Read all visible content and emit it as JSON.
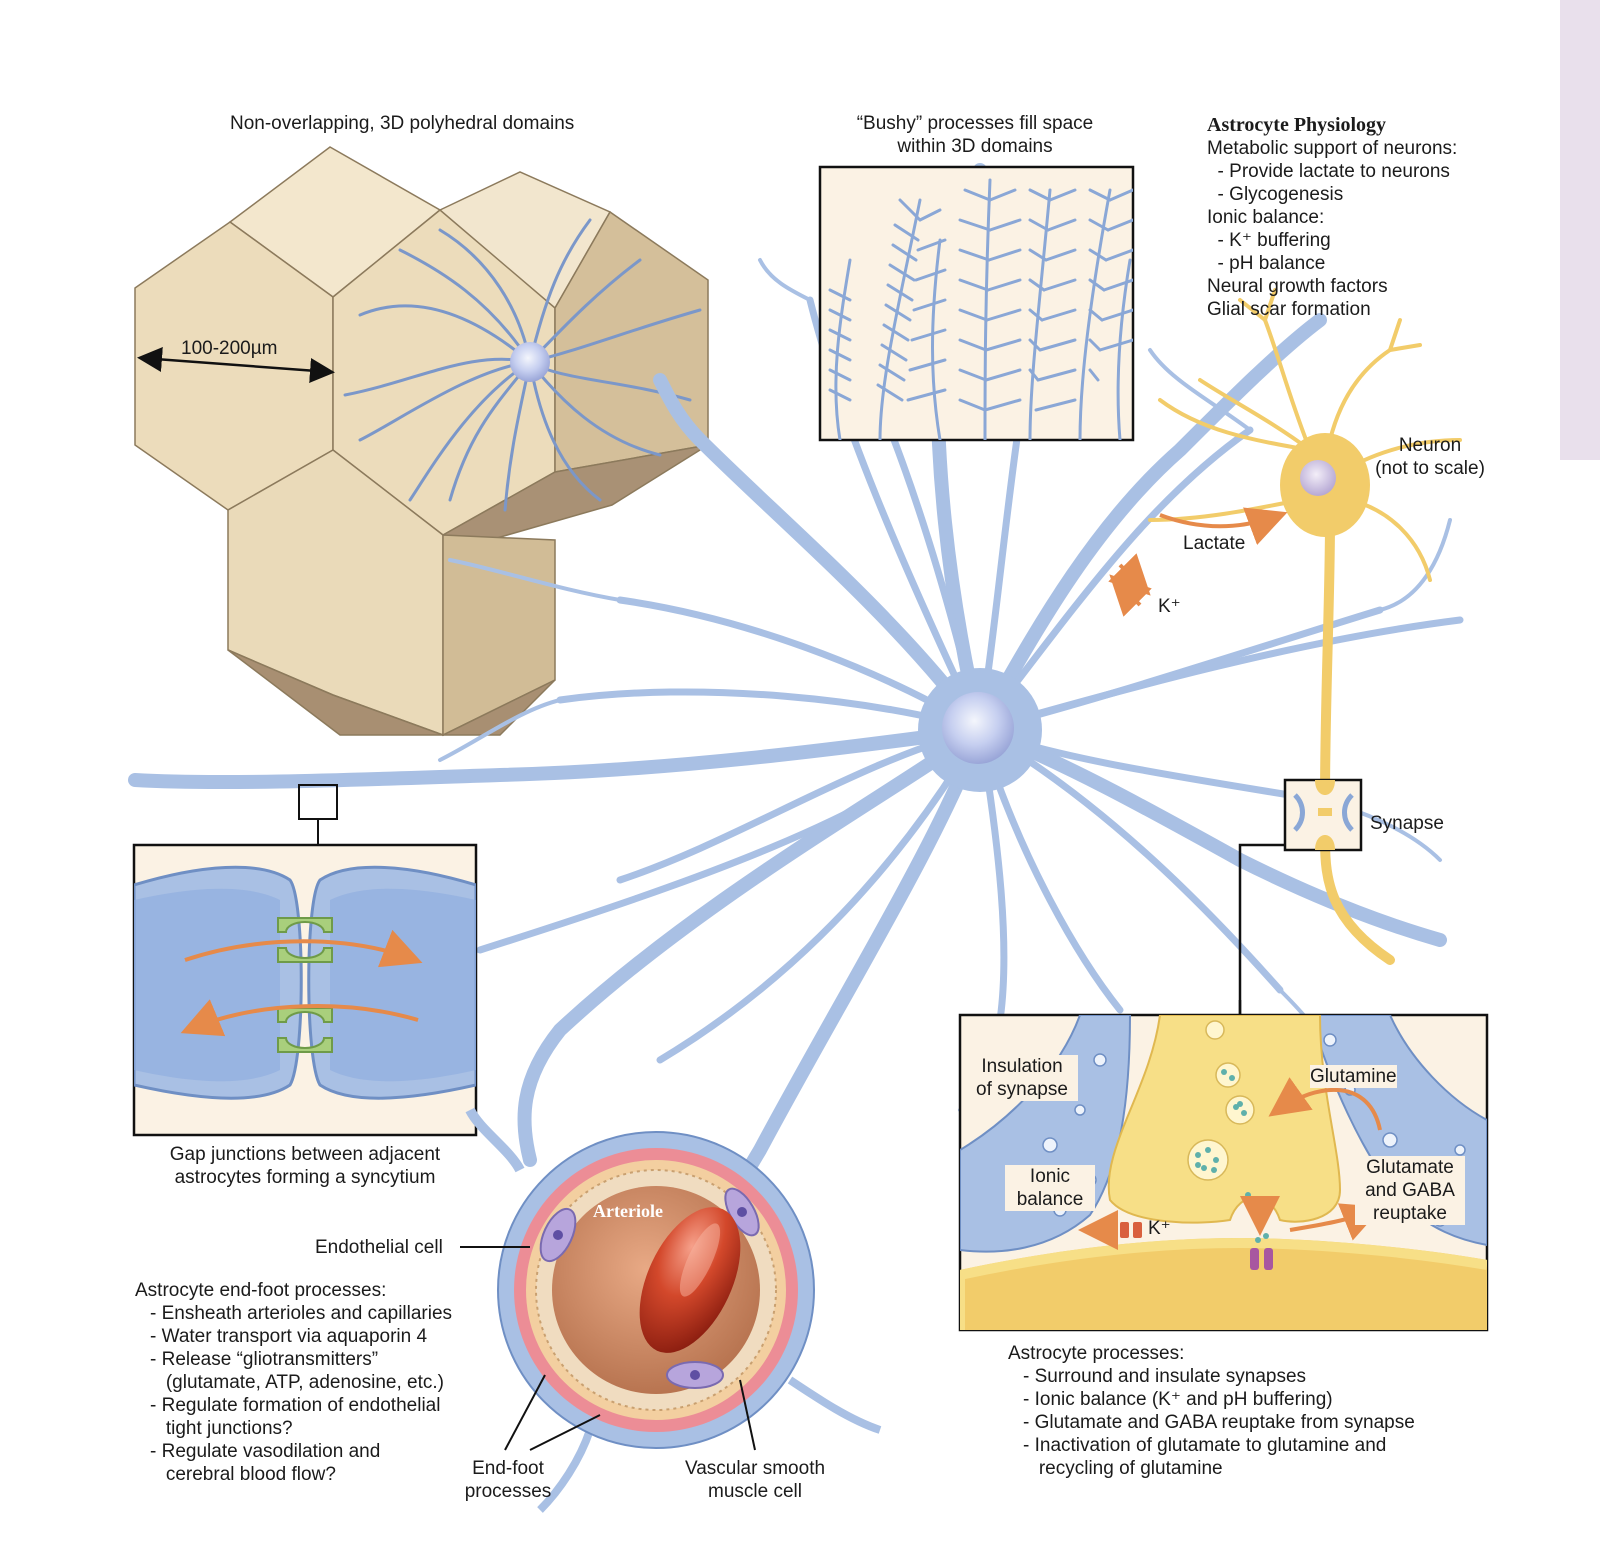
{
  "domains": {
    "title": "Non-overlapping, 3D polyhedral domains",
    "scale": "100-200µm"
  },
  "bushy": {
    "title_line1": "“Bushy” processes fill space",
    "title_line2": "within 3D domains"
  },
  "physiology": {
    "heading": "Astrocyte Physiology",
    "lines": [
      "Metabolic support of neurons:",
      "  - Provide lactate to neurons",
      "  - Glycogenesis",
      "Ionic balance:",
      "  - K⁺ buffering",
      "  - pH balance",
      "Neural growth factors",
      "Glial scar formation"
    ]
  },
  "neuron": {
    "label_line1": "Neuron",
    "label_line2": "(not to scale)",
    "lactate": "Lactate",
    "k_ion": "K⁺",
    "synapse": "Synapse"
  },
  "gap": {
    "caption_line1": "Gap junctions between adjacent",
    "caption_line2": "astrocytes forming a syncytium"
  },
  "vessel": {
    "arteriole": "Arteriole",
    "endothelial": "Endothelial cell",
    "endfoot_line1": "End-foot",
    "endfoot_line2": "processes",
    "smooth_line1": "Vascular smooth",
    "smooth_line2": "muscle cell"
  },
  "endfoot_text": {
    "heading": "Astrocyte end-foot processes:",
    "lines": [
      "- Ensheath arterioles and capillaries",
      "- Water transport via aquaporin 4",
      "- Release “gliotransmitters”",
      "   (glutamate, ATP, adenosine, etc.)",
      "- Regulate formation of endothelial",
      "   tight junctions?",
      "- Regulate vasodilation and",
      "   cerebral blood flow?"
    ]
  },
  "synapse_box": {
    "insulation_line1": "Insulation",
    "insulation_line2": "of synapse",
    "ionic_line1": "Ionic",
    "ionic_line2": "balance",
    "k_ion": "K⁺",
    "glutamine": "Glutamine",
    "reuptake_line1": "Glutamate",
    "reuptake_line2": "and GABA",
    "reuptake_line3": "reuptake"
  },
  "processes_text": {
    "heading": "Astrocyte processes:",
    "lines": [
      "- Surround and insulate synapses",
      "- Ionic balance (K⁺ and pH buffering)",
      "- Glutamate and GABA reuptake from synapse",
      "- Inactivation of glutamate to glutamine and",
      "   recycling of glutamine"
    ]
  },
  "colors": {
    "astrocyte": "#a9c0e4",
    "astrocyte_edge": "#6f8fc4",
    "neuron": "#f2cc6a",
    "domain": "#ecdcbc",
    "vessel_red": "#c8402a",
    "gap_protein": "#a9cf7c",
    "arrow": "#f0a060"
  }
}
